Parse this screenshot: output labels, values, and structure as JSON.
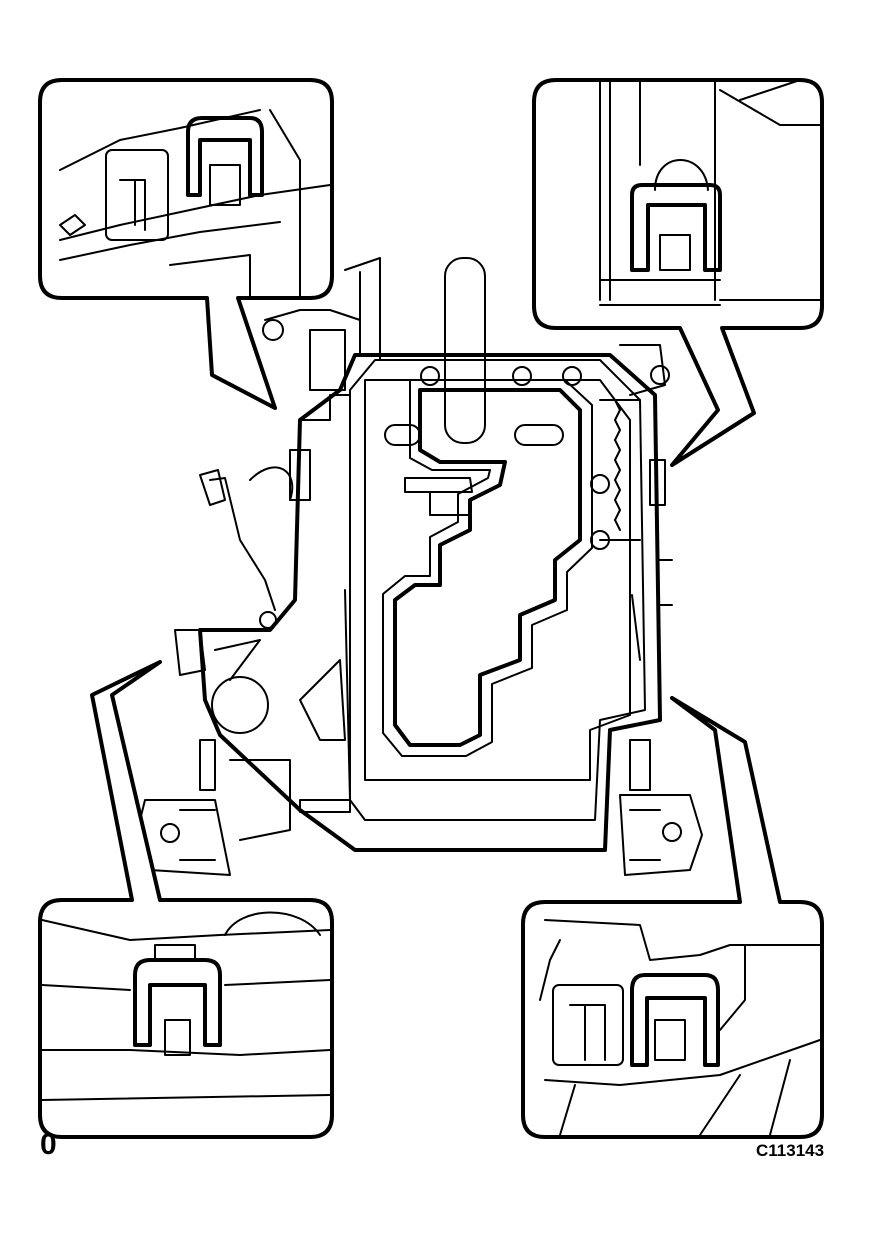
{
  "figure": {
    "corner_mark": "0",
    "figure_code": "C113143"
  },
  "callouts": [
    {
      "id": "top-left-detail",
      "shows": "clip"
    },
    {
      "id": "top-right-detail",
      "shows": "clip"
    },
    {
      "id": "bottom-left-detail",
      "shows": "clip"
    },
    {
      "id": "bottom-right-detail",
      "shows": "clip"
    }
  ],
  "colors": {
    "line": "#000000",
    "background": "#ffffff"
  }
}
